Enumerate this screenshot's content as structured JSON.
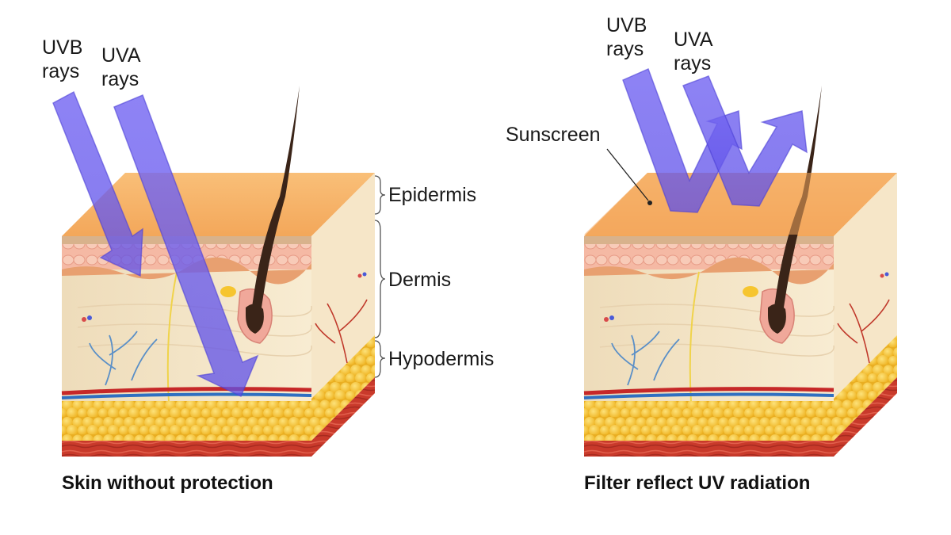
{
  "left_panel": {
    "uvb_line1": "UVB",
    "uvb_line2": "rays",
    "uva_line1": "UVA",
    "uva_line2": "rays",
    "caption": "Skin without protection"
  },
  "layers": {
    "epidermis": "Epidermis",
    "dermis": "Dermis",
    "hypodermis": "Hypodermis"
  },
  "right_panel": {
    "uvb_line1": "UVB",
    "uvb_line2": "rays",
    "uva_line1": "UVA",
    "uva_line2": "rays",
    "sunscreen": "Sunscreen",
    "caption": "Filter reflect UV radiation"
  },
  "colors": {
    "ray_fill": "#6f62ef",
    "epidermis_top": "#f7b66b",
    "dermis": "#f3e3c2",
    "fat": "#f6c53a",
    "muscle": "#c2392b",
    "hair": "#3a2418",
    "sunscreen_layer": "#f5b277"
  }
}
